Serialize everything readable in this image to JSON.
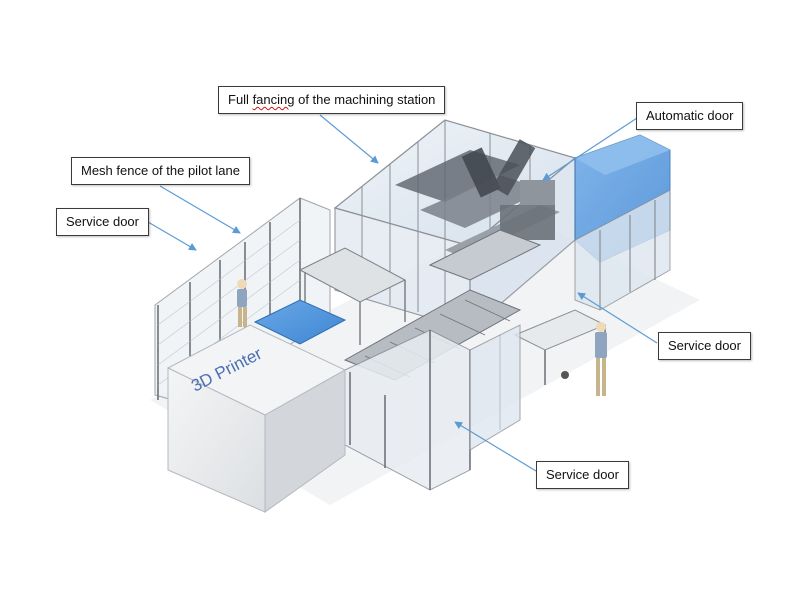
{
  "callouts": {
    "full_fencing": {
      "prefix": "Full ",
      "misspelled": "fancing",
      "suffix": " of the machining station"
    },
    "automatic_door": "Automatic door",
    "mesh_fence": "Mesh fence of the pilot lane",
    "service_door_left": "Service door",
    "service_door_right": "Service door",
    "service_door_bottom": "Service door"
  },
  "printer_label": "3D Printer",
  "colors": {
    "leader_line": "#5b9bd5",
    "frame": "#8c8f94",
    "glass": "#dfe8f2",
    "printer_body": "#eceef0",
    "printer_label": "#4b6fb5",
    "blue_panel": "#4a90d9",
    "spellcheck": "#dd1111"
  }
}
